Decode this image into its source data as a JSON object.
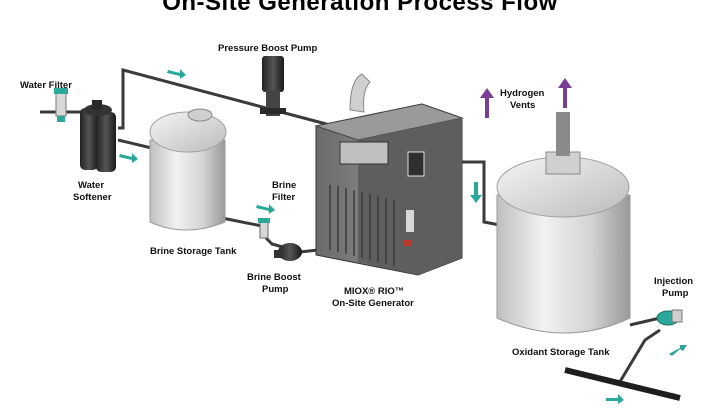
{
  "diagram": {
    "title": "On-Site Generation Process Flow",
    "labels": {
      "water_filter": "Water Filter",
      "water_softener_1": "Water",
      "water_softener_2": "Softener",
      "pressure_boost_pump": "Pressure Boost Pump",
      "brine_storage_tank": "Brine Storage Tank",
      "brine_filter_1": "Brine",
      "brine_filter_2": "Filter",
      "brine_boost_pump_1": "Brine Boost",
      "brine_boost_pump_2": "Pump",
      "generator_1": "MIOX® RIO™",
      "generator_2": "On-Site Generator",
      "hydrogen_vents_1": "Hydrogen",
      "hydrogen_vents_2": "Vents",
      "injection_pump_1": "Injection",
      "injection_pump_2": "Pump",
      "oxidant_storage_tank": "Oxidant Storage Tank"
    },
    "colors": {
      "pipe": "#3c3c3c",
      "flow_arrow": "#2aa89a",
      "vent_arrow": "#7a3f93",
      "tank": "#d9d9d9",
      "equipment": "#5a5a5a"
    }
  }
}
